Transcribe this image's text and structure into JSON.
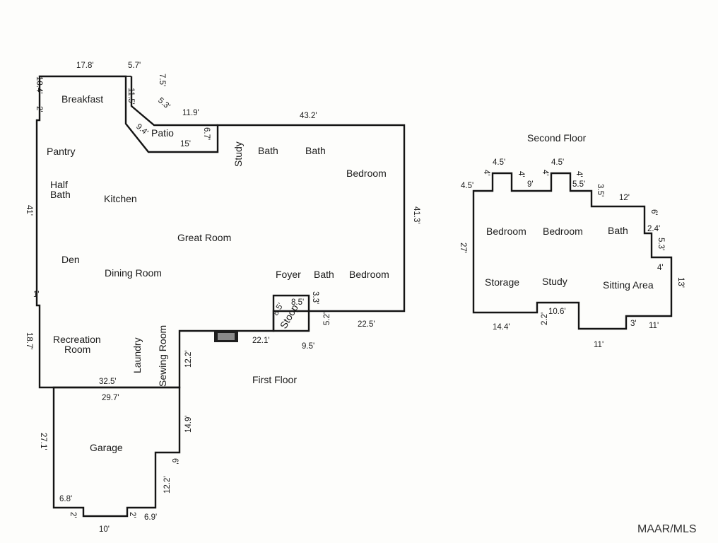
{
  "first_floor": {
    "title": "First Floor",
    "rooms": {
      "breakfast": "Breakfast",
      "patio": "Patio",
      "pantry": "Pantry",
      "half_bath_1": "Half",
      "half_bath_2": "Bath",
      "kitchen": "Kitchen",
      "great_room": "Great Room",
      "den": "Den",
      "dining_room": "Dining Room",
      "study": "Study",
      "bath_1": "Bath",
      "bath_2": "Bath",
      "bedroom_1": "Bedroom",
      "foyer": "Foyer",
      "bath_3": "Bath",
      "bedroom_2": "Bedroom",
      "stoop": "Stoop",
      "recreation_1": "Recreation",
      "recreation_2": "Room",
      "laundry": "Laundry",
      "sewing_room": "Sewing Room",
      "garage": "Garage"
    },
    "dims": {
      "top_left": "17.8'",
      "top_mid": "5.7'",
      "left_top_a": "10.4'",
      "left_top_b": "2'",
      "patio_v1": "11.5'",
      "patio_v2": "7.5'",
      "patio_diag_a": "5.3'",
      "patio_top": "11.9'",
      "patio_diag_b": "9.4'",
      "patio_w": "15'",
      "patio_h": "6.7'",
      "top_right": "43.2'",
      "left_main": "41'",
      "right_main": "41.3'",
      "left_step": "1'",
      "left_lower": "18.7'",
      "stoop_a": "8.5'",
      "stoop_b": "8.5'",
      "stoop_c": "3.3'",
      "stoop_d": "5.2'",
      "bottom_right": "22.5'",
      "bottom_mid": "22.1'",
      "bottom_stoop": "9.5'",
      "rec_width": "32.5'",
      "garage_top": "29.7'",
      "sewing_v": "12.2'",
      "garage_right": "14.9'",
      "garage_left": "27.1'",
      "garage_notch_v": "6'",
      "garage_lower_v": "12.2'",
      "garage_b1": "6.8'",
      "garage_b2": "2'",
      "garage_b3": "10'",
      "garage_b4": "2'",
      "garage_b5": "6.9'"
    }
  },
  "second_floor": {
    "title": "Second Floor",
    "rooms": {
      "bedroom_1": "Bedroom",
      "bedroom_2": "Bedroom",
      "bath": "Bath",
      "storage": "Storage",
      "study": "Study",
      "sitting_area": "Sitting Area"
    },
    "dims": {
      "top_a": "4.5'",
      "top_b": "4.5'",
      "left_top": "4.5'",
      "v1": "4'",
      "v2": "4'",
      "v3": "4'",
      "v4": "4'",
      "mid_top": "9'",
      "step_a": "5.5'",
      "step_v": "3.5'",
      "top_right": "12'",
      "right_v1": "6'",
      "right_h1": "2.4'",
      "right_v2": "5.3'",
      "right_h2": "4'",
      "right_main": "13'",
      "left_main": "27'",
      "bottom_left": "14.4'",
      "notch_v": "2.2'",
      "notch_h": "10.6'",
      "bottom_mid": "11'",
      "bottom_step": "3'",
      "bottom_right": "11'"
    }
  },
  "watermark": "MAAR/MLS"
}
